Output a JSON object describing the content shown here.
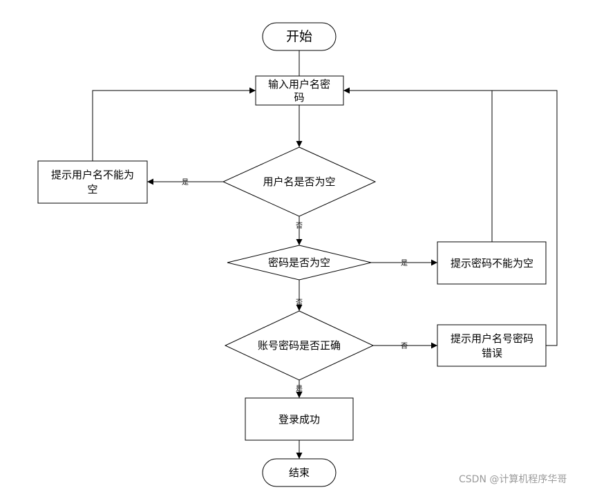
{
  "nodes": {
    "start": "开始",
    "input_line1": "输入用户名密",
    "input_line2": "码",
    "check_username": "用户名是否为空",
    "warn_username_line1": "提示用户名不能为",
    "warn_username_line2": "空",
    "check_password": "密码是否为空",
    "warn_password": "提示密码不能为空",
    "check_account": "账号密码是否正确",
    "warn_wrong_line1": "提示用户名号密码",
    "warn_wrong_line2": "错误",
    "success": "登录成功",
    "end": "结束"
  },
  "edges": {
    "username_yes": "是",
    "username_no": "否",
    "password_yes": "是",
    "password_no": "否",
    "account_no": "否",
    "account_yes": "是"
  },
  "watermark": "CSDN @计算机程序华哥"
}
